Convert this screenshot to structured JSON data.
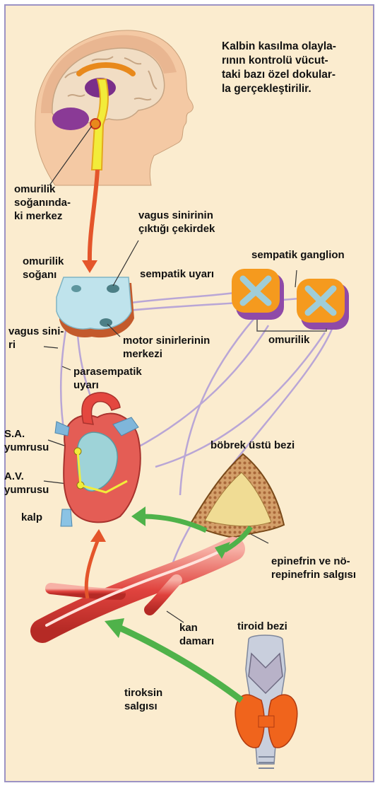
{
  "intro_text": "Kalbin kasılma olayla-\nrının kontrolü vücut-\ntaki bazı özel dokular-\nla gerçekleştirilir.",
  "labels": {
    "medulla_center": "omurilik\nsoğanında-\nki merkez",
    "vagus_nucleus": "vagus sinirinin\nçıktığı çekirdek",
    "medulla": "omurilik\nsoğanı",
    "sympathetic_ganglion": "sempatik ganglion",
    "sympathetic_signal": "sempatik uyarı",
    "vagus_nerve": "vagus sini-\nri",
    "motor_center": "motor sinirlerinin\nmerkezi",
    "spinal_cord": "omurilik",
    "parasympathetic_signal": "parasempatik\nuyarı",
    "sa_node": "S.A.\nyumrusu",
    "av_node": "A.V.\nyumrusu",
    "heart": "kalp",
    "adrenal_gland": "böbrek üstü bezi",
    "epinephrine": "epinefrin ve nö-\nrepinefrin salgısı",
    "blood_vessel": "kan\ndamarı",
    "thyroid": "tiroid bezi",
    "thyroxine": "tiroksin\nsalgısı"
  },
  "colors": {
    "background": "#fbeccf",
    "border": "#9c93c4",
    "nerve": "#b9a6d6",
    "green_arrow": "#4fb24a",
    "red_arrow": "#e4552b",
    "vessel": "#e0433e",
    "spinal_orange": "#f59a1e",
    "spinal_blue": "#9fcdd8"
  }
}
